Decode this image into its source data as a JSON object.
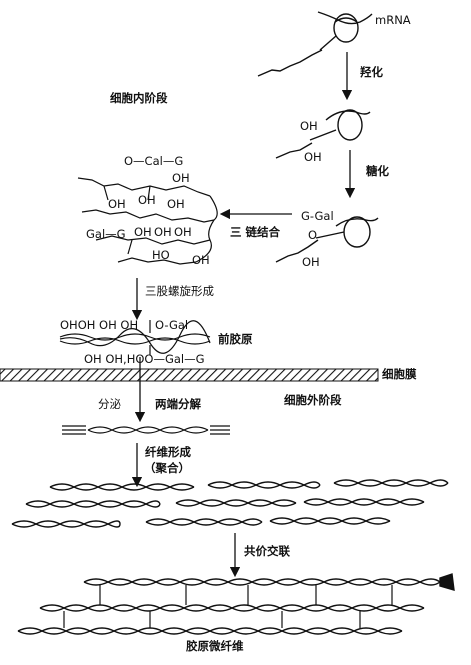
{
  "labels": {
    "mrna": "mRNA",
    "hydroxylation": "羟化",
    "intracellular": "细胞内阶段",
    "glycosylation": "糖化",
    "triple_chain": "三 链结合",
    "triple_helix": "三股螺旋形成",
    "procollagen": "前胶原",
    "membrane": "细胞膜",
    "secretion": "分泌",
    "cleavage": "两端分解",
    "extracellular": "细胞外阶段",
    "fibril_formation": "纤维形成",
    "aggregation": "（聚合）",
    "crosslinking": "共价交联",
    "microfibril": "胶原微纤维"
  },
  "chem": {
    "oh_a": "OH",
    "oh_b": "OH",
    "g_gal": "G-Gal",
    "o_glyc": "O",
    "oh_glyc": "OH",
    "o_cal_g": "O—Cal—G",
    "oh_top": "OH",
    "oh_r1a": "OH",
    "oh_r1b": "OH",
    "oh_r1c": "OH",
    "gal_g": "Gal—G",
    "oh_r2a": "OH",
    "oh_r2b": "OH",
    "oh_r2c": "OH",
    "ho_r3": "HO",
    "oh_r3": "OH",
    "pro_top": "OHOH OH  OH",
    "pro_top2": "O-Gal",
    "pro_bot": "OH OH,HOO—Gal—G"
  },
  "colors": {
    "ink": "#111111",
    "paper": "#ffffff"
  }
}
